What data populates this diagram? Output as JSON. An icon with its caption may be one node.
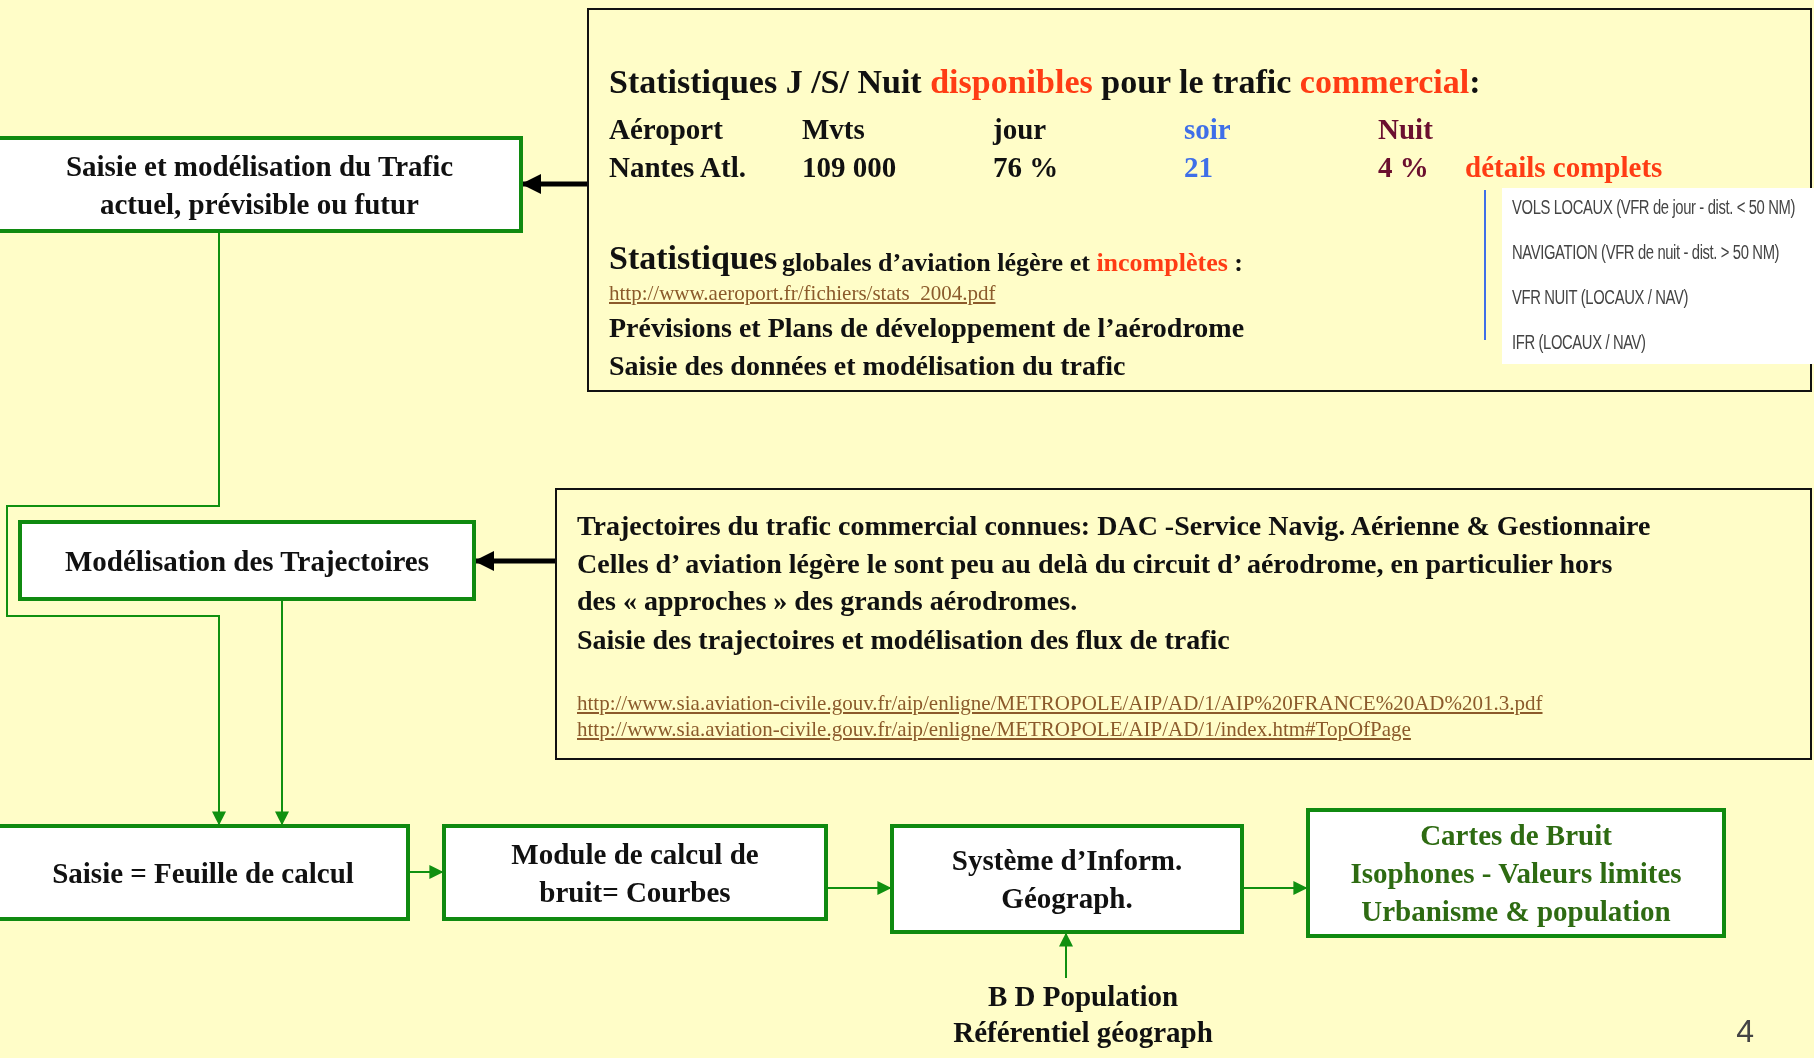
{
  "diagram": {
    "nodes": [
      {
        "text": [
          "Saisie et modélisation  du Trafic actuel, prévisible ou  futur"
        ]
      },
      {
        "text": [
          "Statistiques J /S/ Nuit *disponibles* pour le trafic *commercial*:",
          "Aéroport",
          "Mvts",
          "jour",
          "soir",
          "Nuit",
          "Nantes Atl.",
          "109 000",
          "76 %",
          "21",
          "4 %",
          "détails complets",
          "Statistiques",
          "globales d’aviation légère et *incomplètes* :",
          "http://www.aeroport.fr/fichiers/stats_2004.pdf",
          "Prévisions et Plans de développement de l’aérodrome",
          "Saisie des données et modélisation du trafic"
        ]
      },
      {
        "text": [
          "VOLS LOCAUX (VFR de jour - dist. < 50 NM)",
          "NAVIGATION (VFR de nuit - dist. > 50 NM)",
          "VFR NUIT (LOCAUX / NAV)",
          "IFR (LOCAUX / NAV)"
        ],
        "in": 1
      },
      {
        "text": [
          "Modélisation des Trajectoires"
        ]
      },
      {
        "text": [
          "Trajectoires du trafic commercial connues: DAC -Service Navig. Aérienne & Gestionnaire",
          "Celles d’ aviation légère le sont peu au delà du circuit d’ aérodrome, en particulier hors des « approches » des grands aérodromes.",
          "Saisie des trajectoires et modélisation des flux de trafic",
          "http://www.sia.aviation-civile.gouv.fr/aip/enligne/METROPOLE/AIP/AD/1/AIP%20FRANCE%20AD%201.3.pdf",
          "http://www.sia.aviation-civile.gouv.fr/aip/enligne/METROPOLE/AIP/AD/1/index.htm#TopOfPage"
        ]
      },
      {
        "text": [
          "Saisie = Feuille de calcul"
        ]
      },
      {
        "text": [
          "Module de calcul de bruit= Courbes"
        ]
      },
      {
        "text": [
          "Système d’Inform. Géograph."
        ]
      },
      {
        "text": [
          "Cartes de Bruit",
          "Isophones - Valeurs limites",
          "Urbanisme & population"
        ]
      },
      {
        "text": [
          "B D  Population",
          "Référentiel géograph"
        ]
      }
    ],
    "edges": [
      {
        "from": 1,
        "to": 0,
        "arrow": "to",
        "style": "thick",
        "color": "#000000"
      },
      {
        "from": 4,
        "to": 3,
        "arrow": "to",
        "style": "thick",
        "color": "#000000"
      },
      {
        "from": 0,
        "to": 5,
        "arrow": "to"
      },
      {
        "from": 3,
        "to": 5,
        "arrow": "to"
      },
      {
        "from": 5,
        "to": 6,
        "arrow": "to"
      },
      {
        "from": 6,
        "to": 7,
        "arrow": "to"
      },
      {
        "from": 7,
        "to": 8,
        "arrow": "to"
      },
      {
        "from": 9,
        "to": 7,
        "arrow": "to"
      }
    ],
    "labels": [
      "4"
    ]
  }
}
